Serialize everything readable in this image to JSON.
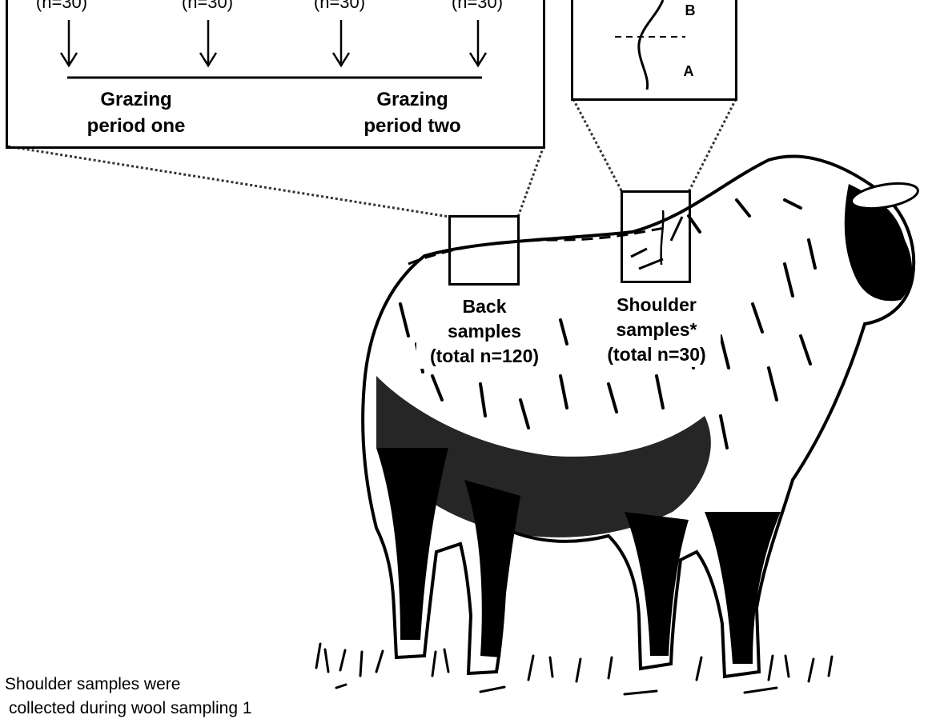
{
  "timeline": {
    "sample_counts": [
      "(n=30)",
      "(n=30)",
      "(n=30)",
      "(n=30)"
    ],
    "periods": [
      {
        "line1": "Grazing",
        "line2": "period one"
      },
      {
        "line1": "Grazing",
        "line2": "period two"
      }
    ]
  },
  "fibre_inset": {
    "segment_top": "B",
    "segment_bottom": "A"
  },
  "sampling_sites": [
    {
      "line1": "Back",
      "line2": "samples",
      "line3": "(total n=120)"
    },
    {
      "line1": "Shoulder",
      "line2": "samples*",
      "line3": "(total n=30)"
    }
  ],
  "footnote": {
    "line1": "* Shoulder samples were",
    "line2": "collected during wool sampling 1"
  },
  "colors": {
    "ink": "#000000",
    "background": "#ffffff"
  }
}
